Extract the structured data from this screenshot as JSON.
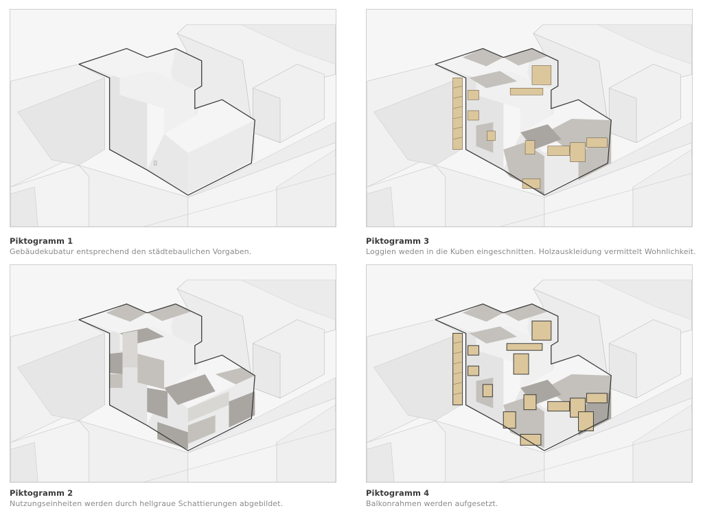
{
  "colors": {
    "background": "#ffffff",
    "panel_border": "#cfcfcf",
    "context_white": "#f4f4f4",
    "outline": "#3a3a3a",
    "grey_light": "#d9d7d4",
    "grey_mid": "#c4c1bc",
    "grey_dark": "#a9a6a1",
    "wood": "#dcc79c",
    "title_text": "#3a3a3a",
    "desc_text": "#8a8a8a"
  },
  "panels": [
    {
      "id": 1,
      "title": "Piktogramm 1",
      "description": "Gebäudekubatur entsprechend den städtebaulichen Vorgaben.",
      "stage": "massing"
    },
    {
      "id": 2,
      "title": "Piktogramm 2",
      "description": "Nutzungseinheiten werden durch hellgraue Schattierungen abgebildet.",
      "stage": "units-shaded"
    },
    {
      "id": 3,
      "title": "Piktogramm 3",
      "description": "Loggien weden in die Kuben eingeschnitten. Holzauskleidung vermittelt Wohnlichkeit.",
      "stage": "loggias-wood"
    },
    {
      "id": 4,
      "title": "Piktogramm 4",
      "description": "Balkonrahmen werden aufgesetzt.",
      "stage": "balcony-frames"
    }
  ]
}
